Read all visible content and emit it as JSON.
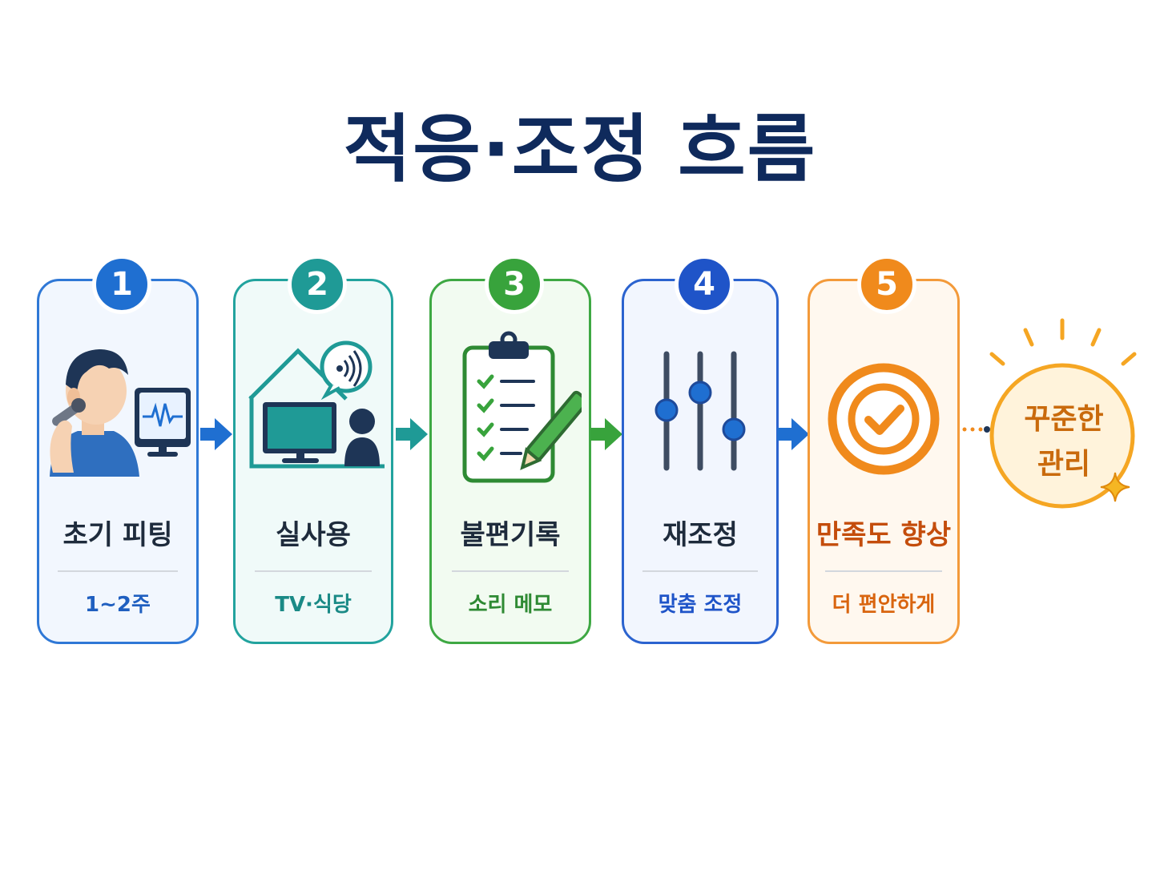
{
  "title": "적응·조정 흐름",
  "steps": [
    {
      "number": "1",
      "title": "초기 피팅",
      "subtitle": "1~2주",
      "color": "#1f6fd1"
    },
    {
      "number": "2",
      "title": "실사용",
      "subtitle": "TV·식당",
      "color": "#1f9a96"
    },
    {
      "number": "3",
      "title": "불편기록",
      "subtitle": "소리 메모",
      "color": "#38a33c"
    },
    {
      "number": "4",
      "title": "재조정",
      "subtitle": "맞춤 조정",
      "color": "#1f54c8"
    },
    {
      "number": "5",
      "title": "만족도 향상",
      "subtitle": "더 편안하게",
      "color": "#f08a1c"
    }
  ],
  "final": {
    "line1": "꾸준한",
    "line2": "관리"
  }
}
